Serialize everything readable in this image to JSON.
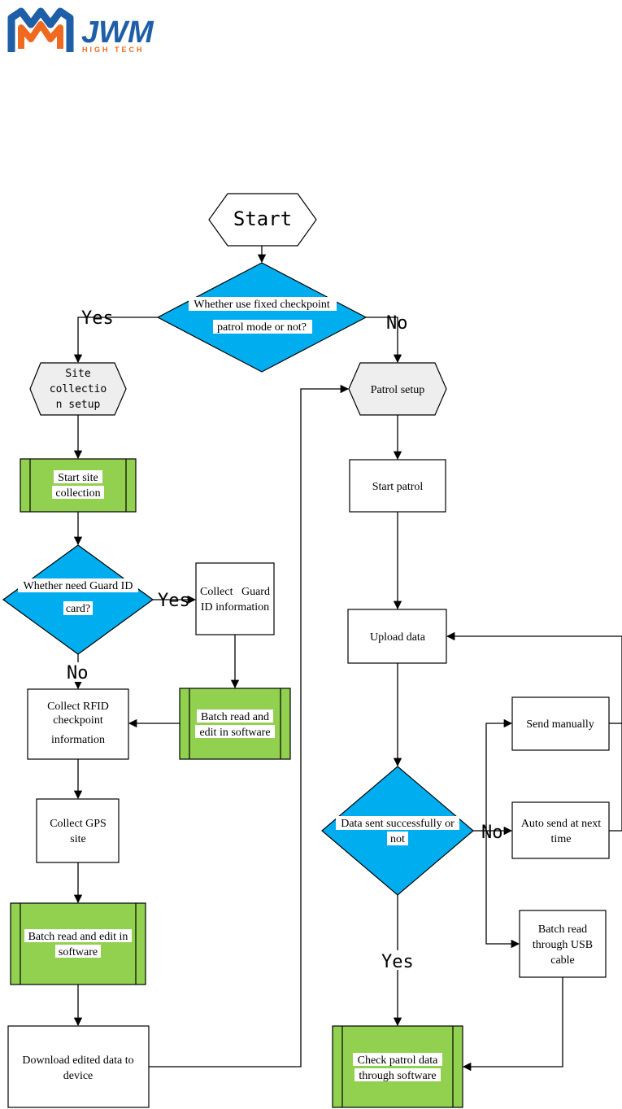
{
  "logo": {
    "main": "JWM",
    "sub": "HIGH TECH"
  },
  "colors": {
    "decision": "#00aeef",
    "process_green": "#92d050",
    "logo_blue": "#1e5fa8",
    "logo_orange": "#ef6a1f"
  },
  "nodes": {
    "start": "Start",
    "decision_mode": [
      "Whether use fixed checkpoint",
      "patrol mode or not?"
    ],
    "site_setup": [
      "Site",
      "collectio",
      "n setup"
    ],
    "patrol_setup": "Patrol setup",
    "start_site": [
      "Start site",
      "collection"
    ],
    "start_patrol": "Start patrol",
    "decision_guard": [
      "Whether need Guard ID",
      "card?"
    ],
    "collect_guard": [
      "Collect   Guard",
      "ID information"
    ],
    "batch_read_1": [
      "Batch read and",
      "edit in software"
    ],
    "collect_rfid": [
      "Collect RFID",
      "checkpoint",
      "information"
    ],
    "upload": "Upload data",
    "send_manual": "Send manually",
    "collect_gps": [
      "Collect GPS",
      "site"
    ],
    "decision_sent": [
      "Data sent successfully or",
      "not"
    ],
    "auto_send": [
      "Auto send at next",
      "time"
    ],
    "batch_read_2": [
      "Batch read and edit in",
      "software"
    ],
    "batch_usb": [
      "Batch read",
      "through USB",
      "cable"
    ],
    "download": [
      "Download edited data to",
      "device"
    ],
    "check_patrol": [
      "Check patrol data",
      "through software"
    ]
  },
  "edge_labels": {
    "mode_yes": "Yes",
    "mode_no": "No",
    "guard_yes": "Yes",
    "guard_no": "No",
    "sent_no": "No",
    "sent_yes": "Yes"
  }
}
